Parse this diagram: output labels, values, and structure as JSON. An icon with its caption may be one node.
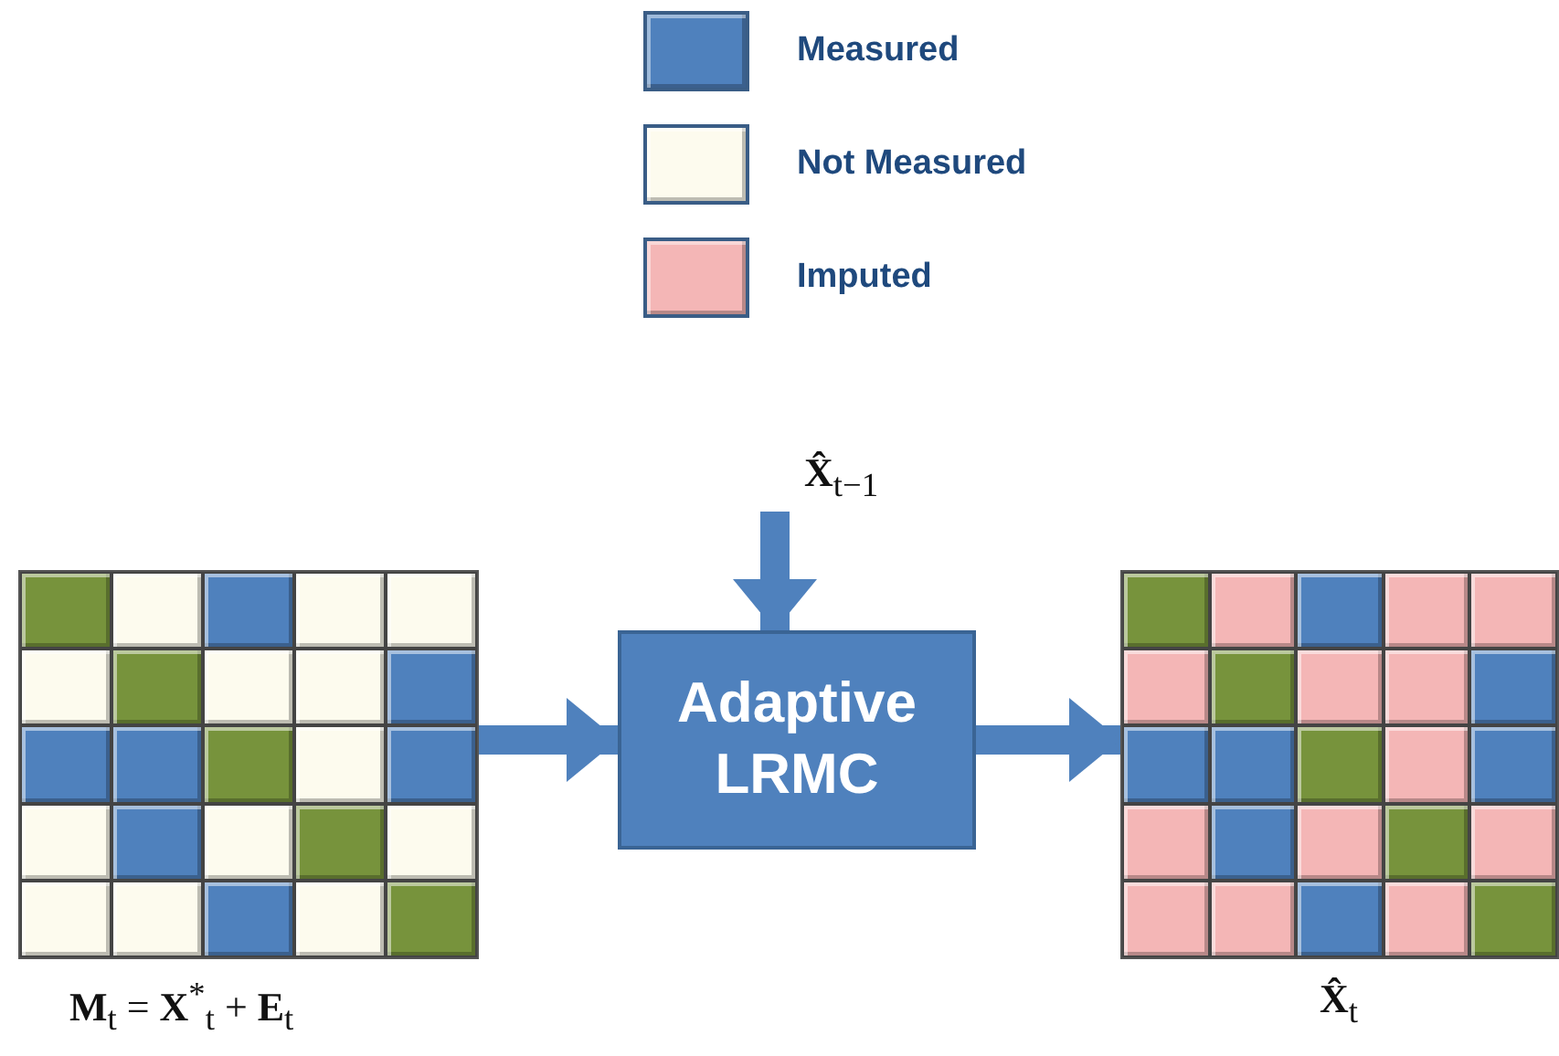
{
  "diagram": {
    "nodes": [
      {
        "text": [],
        "shape": "box",
        "beside": [
          "**M**$_{t}$ = **X**$^{*}$$_{t}$ + **E**$_{t}$"
        ]
      },
      {
        "text": [
          "Adaptive LRMC"
        ]
      },
      {
        "text": [],
        "shape": "box",
        "beside": [
          "**X̂**$_{t}$"
        ]
      },
      {
        "text": [
          "**X̂**$_{t−1}$"
        ]
      }
    ],
    "edges": [
      {
        "from": 0,
        "to": 1,
        "arrow": "to"
      },
      {
        "from": 1,
        "to": 2,
        "arrow": "to"
      },
      {
        "from": 3,
        "to": 1,
        "arrow": "to"
      }
    ],
    "legend": [
      {
        "text": "Measured",
        "color": "#4f81bd"
      },
      {
        "text": "Not Measured",
        "color": "#fdfbee"
      },
      {
        "text": "Imputed",
        "color": "#f4b6b6"
      }
    ]
  }
}
